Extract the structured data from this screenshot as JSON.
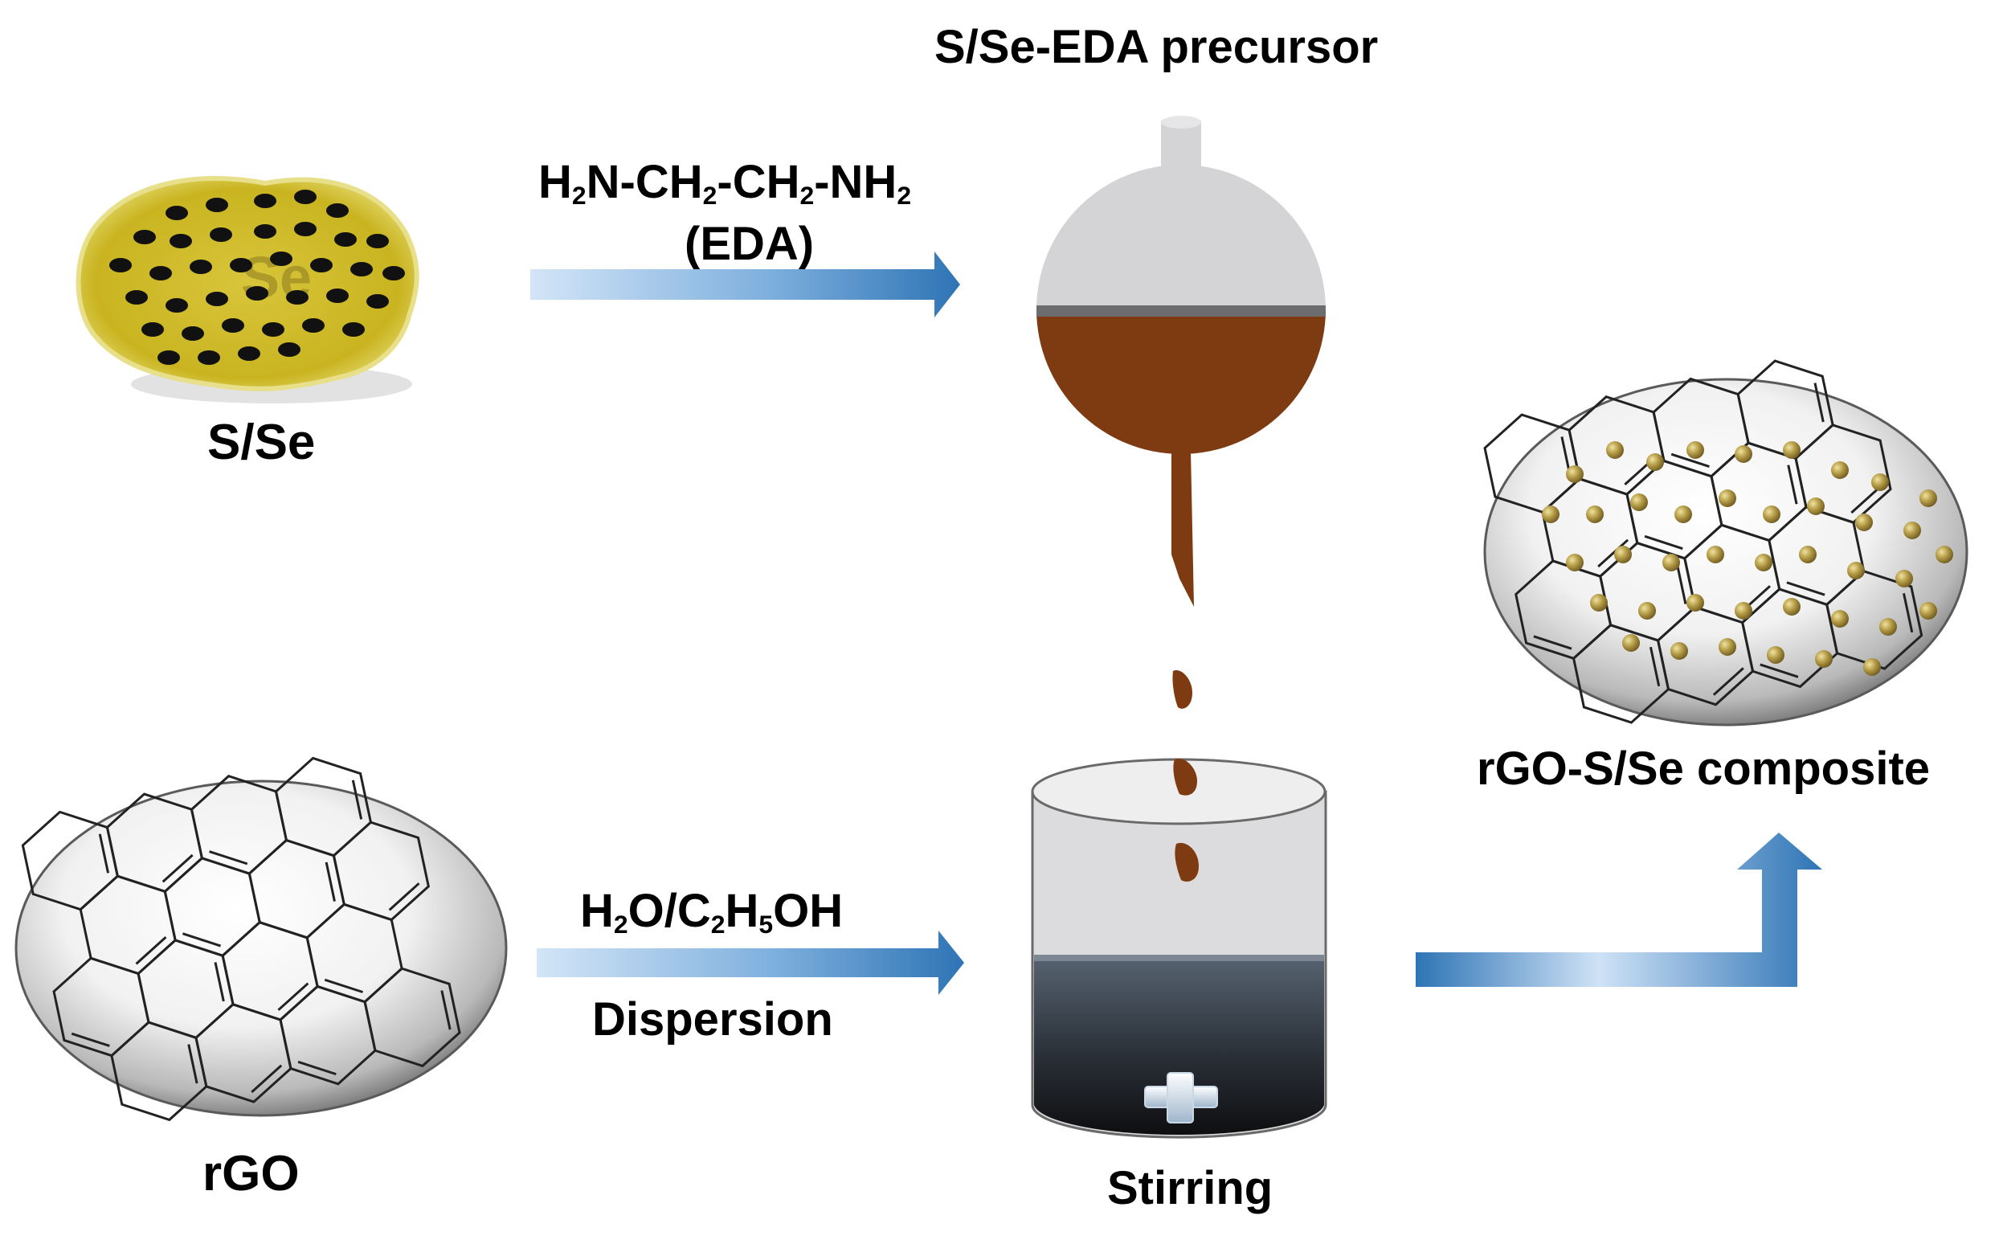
{
  "labels": {
    "precursor": "S/Se-EDA precursor",
    "sse": "S/Se",
    "eda_name": "(EDA)",
    "rgo": "rGO",
    "dispersion": "Dispersion",
    "stirring": "Stirring",
    "composite": "rGO-S/Se composite"
  },
  "formulas": {
    "eda": {
      "h1": "H",
      "s1": "2",
      "m1": "N-CH",
      "s2": "2",
      "m2": "-CH",
      "s3": "2",
      "m3": "-NH",
      "s4": "2"
    },
    "solvent": {
      "h1": "H",
      "s1": "2",
      "m1": "O/C",
      "s2": "2",
      "m2": "H",
      "s3": "5",
      "m3": "OH"
    }
  },
  "colors": {
    "arrow_dark": "#2e74b5",
    "arrow_light": "#cfe2f6",
    "precursor_liquid": "#7e3a10",
    "flask_glass": "#d4d4d6",
    "sulfur_yellow": "#d9c21e",
    "particle_gold": "#a08a3a",
    "beaker_dark": "#1c1c1e"
  },
  "icons": {
    "sse_particle": "sulfur-selenium-blob-icon",
    "flask": "round-bottom-flask-icon",
    "beaker": "beaker-icon",
    "stir_bar": "stir-bar-icon",
    "rgo_sheet": "graphene-sheet-icon",
    "composite_sheet": "composite-sheet-icon"
  }
}
